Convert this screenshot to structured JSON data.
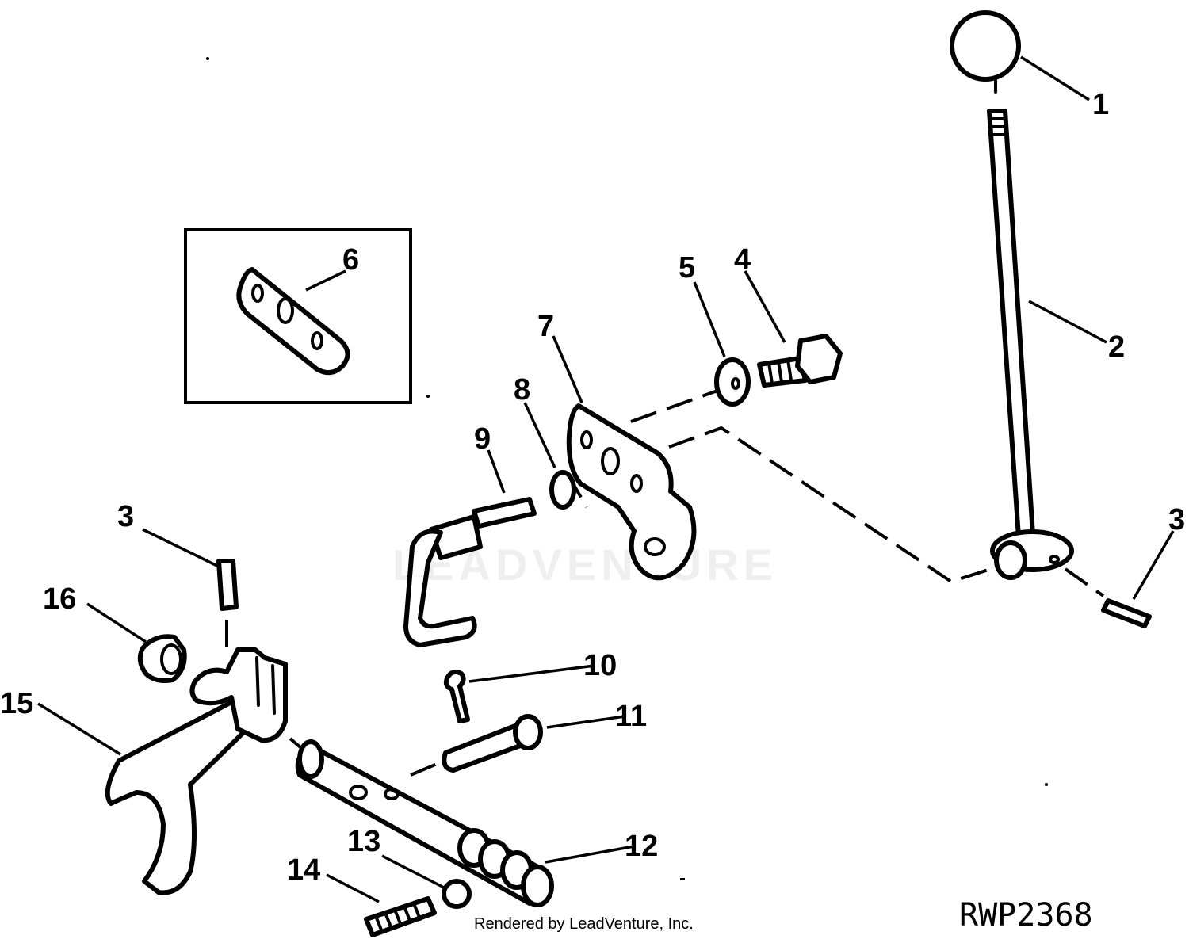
{
  "callouts": {
    "c1": "1",
    "c2": "2",
    "c3a": "3",
    "c3b": "3",
    "c4": "4",
    "c5": "5",
    "c6": "6",
    "c7": "7",
    "c8": "8",
    "c9": "9",
    "c10": "10",
    "c11": "11",
    "c12": "12",
    "c13": "13",
    "c14": "14",
    "c15": "15",
    "c16": "16"
  },
  "reference_code": "RWP2368",
  "credit": "Rendered by LeadVenture, Inc.",
  "watermark": "LEADVENTURE"
}
